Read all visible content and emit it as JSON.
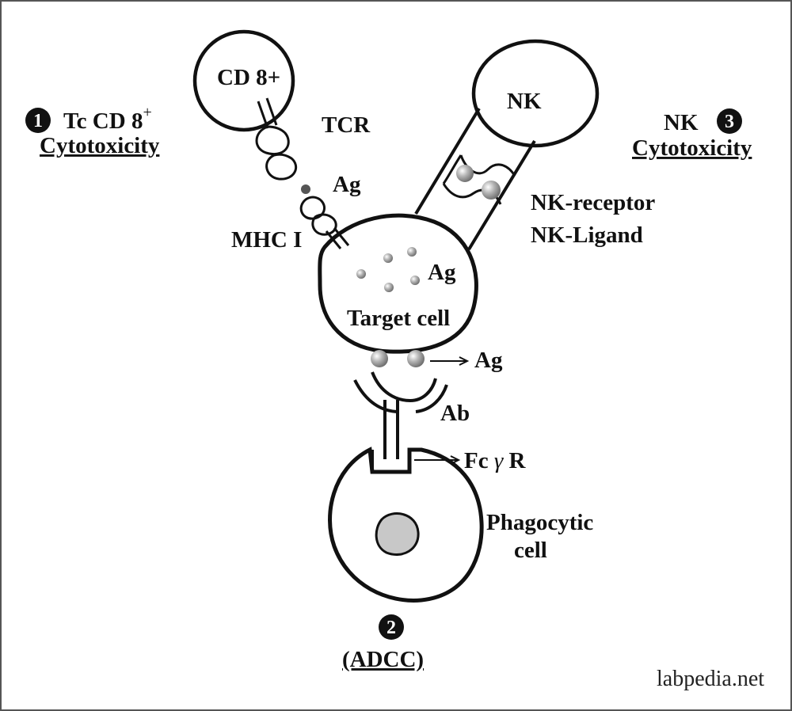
{
  "labels": {
    "cd8_cell": "CD 8+",
    "tcr": "TCR",
    "ag_top": "Ag",
    "mhc": "MHC I",
    "nk_cell": "NK",
    "nk_receptor": "NK-receptor",
    "nk_ligand": "NK-Ligand",
    "ag_inside": "Ag",
    "target_cell": "Target cell",
    "ag_surface": "Ag",
    "ab": "Ab",
    "fc_receptor_prefix": "Fc",
    "fc_receptor_gamma": "γ",
    "fc_receptor_suffix": "R",
    "phagocytic_line1": "Phagocytic",
    "phagocytic_line2": "cell"
  },
  "mechanisms": [
    {
      "number": "1",
      "title": "Tc CD 8",
      "title_sup": "+",
      "subtitle": "Cytotoxicity"
    },
    {
      "number": "2",
      "subtitle": "(ADCC)"
    },
    {
      "number": "3",
      "title": "NK",
      "subtitle": "Cytotoxicity"
    }
  ],
  "watermark": "labpedia.net",
  "colors": {
    "stroke": "#111111",
    "particle": "#9a9a9a",
    "nucleus": "#c8c8c8",
    "frame": "#555555"
  }
}
